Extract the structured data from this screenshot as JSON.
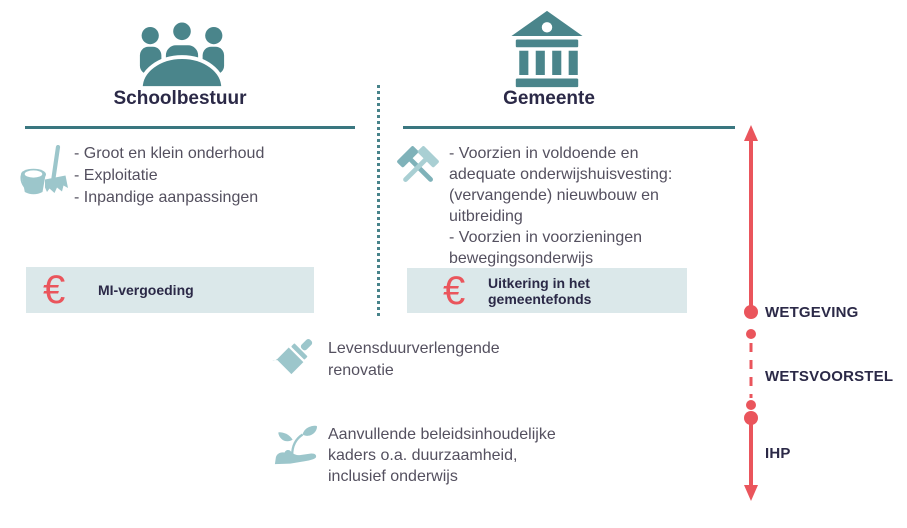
{
  "header": {
    "left": {
      "title": "Schoolbestuur",
      "icon": "meeting-icon"
    },
    "right": {
      "title": "Gemeente",
      "icon": "bank-icon"
    }
  },
  "left_column": {
    "icon": "broom-bucket-icon",
    "items": [
      "- Groot en klein onderhoud",
      "- Exploitatie",
      "- Inpandige aanpassingen"
    ],
    "money": {
      "symbol": "€",
      "label": "MI-vergoeding"
    }
  },
  "right_column": {
    "icon": "crossed-hammers-icon",
    "lines": [
      "- Voorzien in voldoende en",
      "adequate onderwijshuisvesting:",
      "(vervangende) nieuwbouw en",
      "uitbreiding",
      "- Voorzien in voorzieningen",
      "bewegingsonderwijs"
    ],
    "money": {
      "symbol": "€",
      "label_lines": [
        "Uitkering in het",
        "gemeentefonds"
      ]
    }
  },
  "shared_rows": [
    {
      "icon": "paintbrush-icon",
      "lines": [
        "Levensduurverlengende",
        "renovatie"
      ]
    },
    {
      "icon": "sprout-hand-icon",
      "lines": [
        "Aanvullende beleidsinhoudelijke",
        "kaders o.a. duurzaamheid,",
        "inclusief onderwijs"
      ]
    }
  ],
  "timeline": {
    "labels": [
      "WETGEVING",
      "WETSVOORSTEL",
      "IHP"
    ]
  },
  "colors": {
    "teal": "#47838A",
    "light_teal": "#9FC7CB",
    "box_bg": "#DBE8EA",
    "red": "#EA555C",
    "navy": "#2B2947",
    "body_text": "#54505F"
  }
}
